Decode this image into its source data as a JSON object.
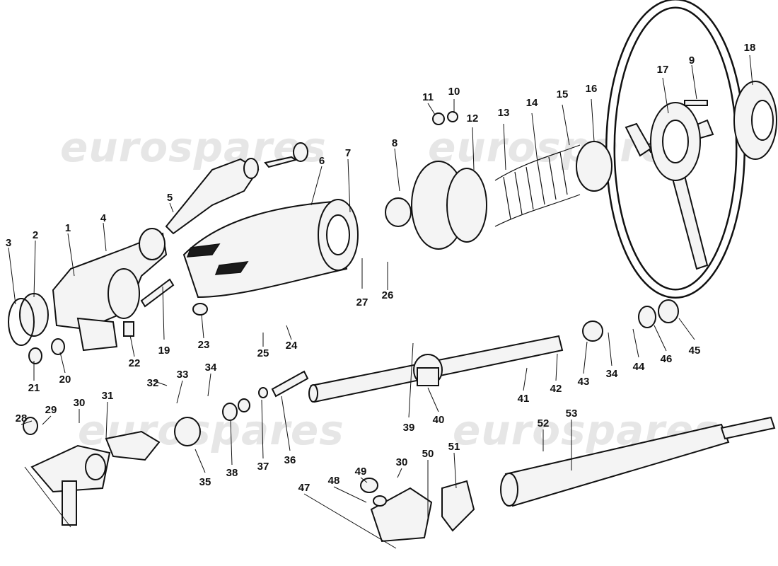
{
  "watermark": {
    "text": "eurospares"
  },
  "callouts": [
    "1",
    "2",
    "3",
    "4",
    "5",
    "6",
    "7",
    "8",
    "9",
    "10",
    "11",
    "12",
    "13",
    "14",
    "15",
    "16",
    "17",
    "18",
    "19",
    "20",
    "21",
    "22",
    "23",
    "24",
    "25",
    "26",
    "27",
    "28",
    "29",
    "30",
    "30",
    "31",
    "32",
    "33",
    "34",
    "34",
    "35",
    "36",
    "37",
    "38",
    "39",
    "40",
    "41",
    "42",
    "43",
    "44",
    "45",
    "46",
    "47",
    "48",
    "49",
    "50",
    "51",
    "52",
    "53"
  ]
}
